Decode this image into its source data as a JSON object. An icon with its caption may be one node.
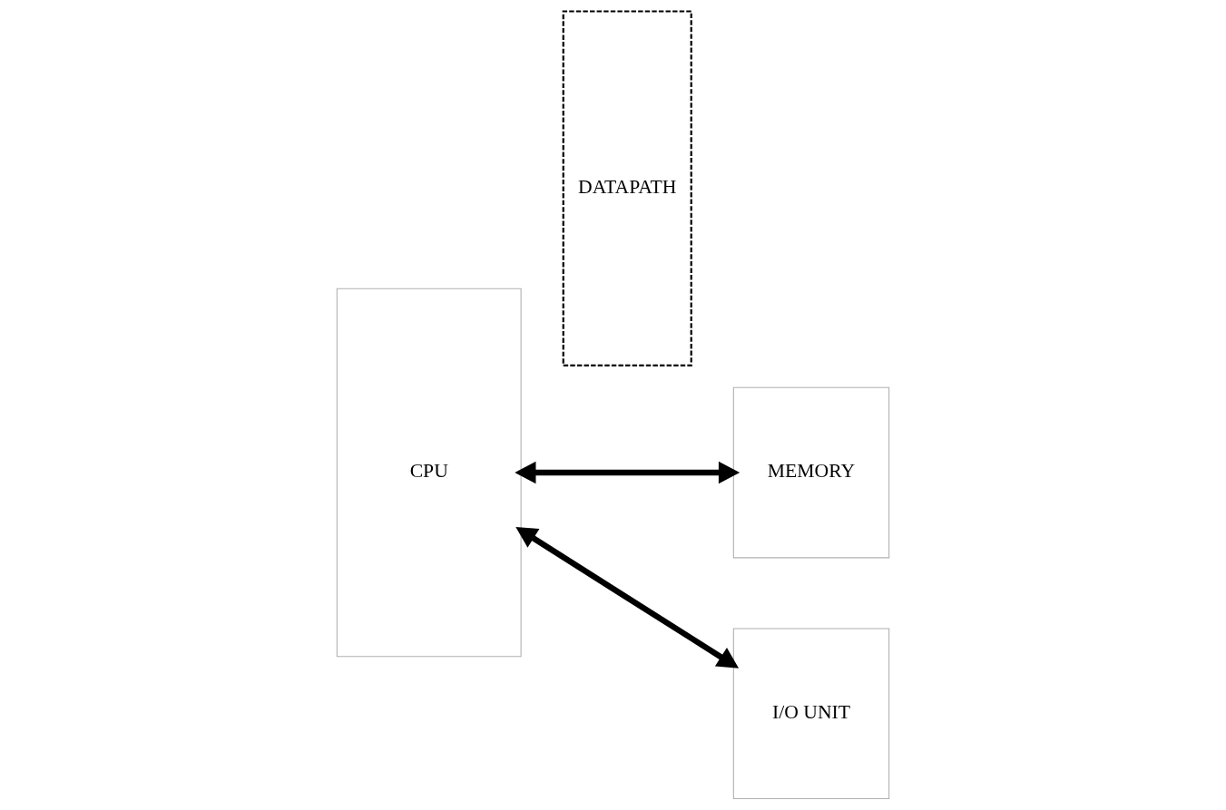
{
  "diagram": {
    "nodes": [
      {
        "text": [
          "CPU"
        ]
      },
      {
        "text": [
          "DATAPATH"
        ]
      },
      {
        "text": [
          "MEMORY"
        ]
      },
      {
        "text": [
          "I/O UNIT"
        ]
      }
    ],
    "edges": [
      {
        "from": 0,
        "to": 2,
        "arrow": "both"
      },
      {
        "from": 0,
        "to": 3,
        "arrow": "both"
      }
    ]
  }
}
